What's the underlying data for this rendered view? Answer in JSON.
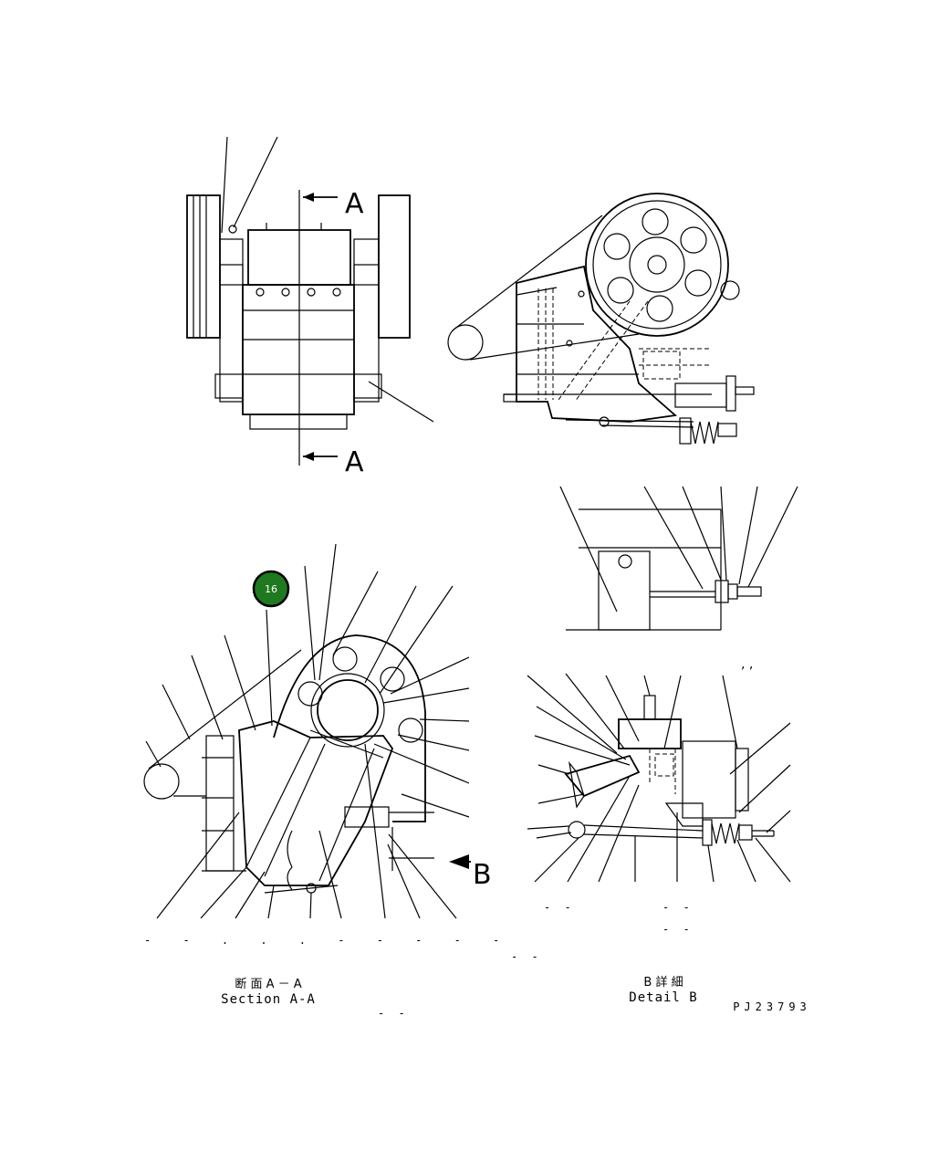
{
  "section_marker": {
    "letter_top": "A",
    "letter_bottom": "A"
  },
  "detail_marker": {
    "letter": "B"
  },
  "callout_badge": {
    "number": "16",
    "color": "#1f7a1f",
    "ring_color": "#000000"
  },
  "section_caption": {
    "jp": "断 面 A － A",
    "en": "Section A-A"
  },
  "detail_caption": {
    "jp": "B 詳 細",
    "en": "Detail B"
  },
  "drawing_code": "PJ23793",
  "stray_marks": {
    "row1": "- - . . . - - - - -",
    "row2": "- -",
    "row3": "- -",
    "detail_row1": "- -",
    "detail_row2": "- -",
    "detail_row3": "- -",
    "commas": ",  ,"
  }
}
